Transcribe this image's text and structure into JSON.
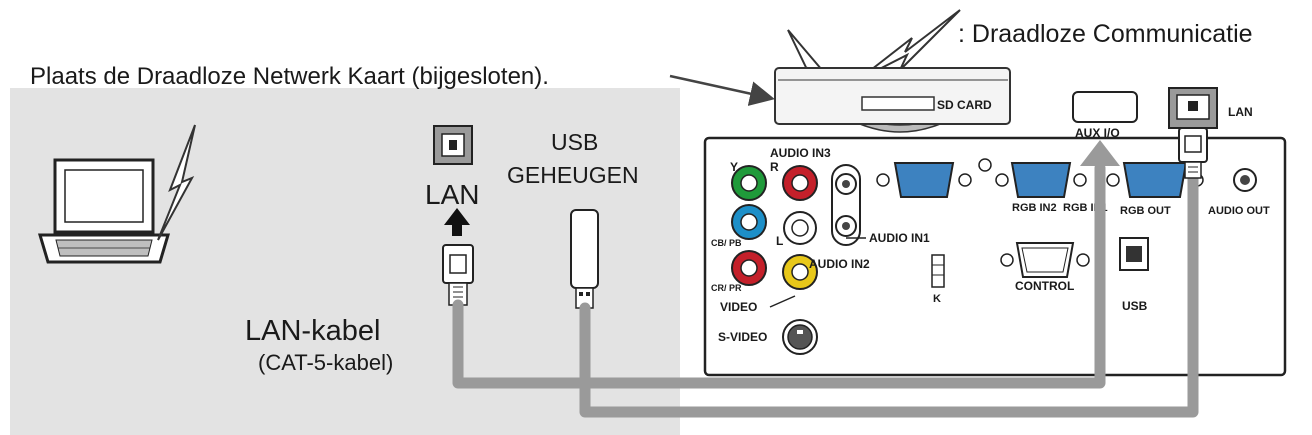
{
  "caption_wireless": ": Draadloze Communicatie",
  "caption_insert_card": "Plaats de Draadloze Netwerk Kaart (bijgesloten).",
  "computer": {
    "lan_label": "LAN"
  },
  "usb_memory": {
    "line1": "USB",
    "line2": "GEHEUGEN"
  },
  "lan_cable": {
    "line1": "LAN-kabel",
    "line2": "(CAT-5-kabel)"
  },
  "projector": {
    "sd_card": "SD CARD",
    "aux_io": "AUX I/O",
    "lan": "LAN",
    "audio_in3": "AUDIO IN3",
    "y": "Y",
    "r": "R",
    "l": "L",
    "cb_pb": "CB/ PB",
    "cr_pr": "CR/ PR",
    "audio_in1": "AUDIO IN1",
    "audio_in2": "AUDIO IN2",
    "video": "VIDEO",
    "s_video": "S-VIDEO",
    "rgb_in2": "RGB IN2",
    "rgb_in1": "RGB IN1",
    "rgb_out": "RGB OUT",
    "audio_out": "AUDIO OUT",
    "control": "CONTROL",
    "usb": "USB",
    "k_mark": "K"
  },
  "colors": {
    "panel_gray": "#e3e3e3",
    "cable_gray": "#9a9a9a",
    "rca_green": "#1f9a3a",
    "rca_blue": "#1d8fc8",
    "rca_red": "#c4202a",
    "rca_yellow": "#e8c81a",
    "vga_blue": "#3d82c0"
  }
}
